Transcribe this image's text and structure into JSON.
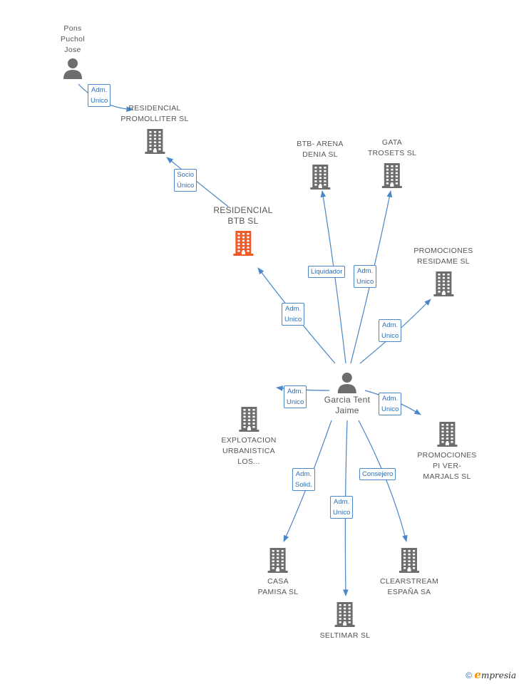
{
  "nodes": {
    "pons": {
      "lines": [
        "Pons",
        "Puchol",
        "Jose"
      ],
      "type": "person"
    },
    "residencial_promolliter": {
      "lines": [
        "RESIDENCIAL",
        "PROMOLLITER SL"
      ],
      "type": "company"
    },
    "residencial_btb": {
      "lines": [
        "RESIDENCIAL",
        "BTB SL"
      ],
      "type": "company-highlight"
    },
    "btb_arena": {
      "lines": [
        "BTB- ARENA",
        "DENIA SL"
      ],
      "type": "company"
    },
    "gata": {
      "lines": [
        "GATA",
        "TROSETS SL"
      ],
      "type": "company"
    },
    "promociones_residame": {
      "lines": [
        "PROMOCIONES",
        "RESIDAME SL"
      ],
      "type": "company"
    },
    "garcia": {
      "lines": [
        "Garcia Tent",
        "Jaime"
      ],
      "type": "person"
    },
    "explotacion": {
      "lines": [
        "EXPLOTACION",
        "URBANISTICA",
        "LOS..."
      ],
      "type": "company"
    },
    "promociones_pi": {
      "lines": [
        "PROMOCIONES",
        "PI VER-",
        "MARJALS  SL"
      ],
      "type": "company"
    },
    "casa_pamisa": {
      "lines": [
        "CASA",
        "PAMISA SL"
      ],
      "type": "company"
    },
    "seltimar": {
      "lines": [
        "SELTIMAR SL"
      ],
      "type": "company"
    },
    "clearstream": {
      "lines": [
        "CLEARSTREAM",
        "ESPAÑA SA"
      ],
      "type": "company"
    }
  },
  "edge_labels": {
    "pons_promolliter": [
      "Adm.",
      "Unico"
    ],
    "btb_promolliter": [
      "Socio",
      "Único"
    ],
    "garcia_btb": [
      "Adm.",
      "Unico"
    ],
    "garcia_arena": [
      "Liquidador"
    ],
    "garcia_gata": [
      "Adm.",
      "Unico"
    ],
    "garcia_residame": [
      "Adm.",
      "Unico"
    ],
    "garcia_explotacion": [
      "Adm.",
      "Unico"
    ],
    "garcia_pi": [
      "Adm.",
      "Unico"
    ],
    "garcia_casa": [
      "Adm.",
      "Solid."
    ],
    "garcia_seltimar": [
      "Adm.",
      "Unico"
    ],
    "garcia_clearstream": [
      "Consejero"
    ]
  },
  "colors": {
    "edge": "#4a86c8",
    "icon": "#6d6d6d",
    "highlight": "#f05a28"
  },
  "footer": {
    "copyright": "©",
    "brand_initial": "e",
    "brand_rest": "mpresia"
  }
}
